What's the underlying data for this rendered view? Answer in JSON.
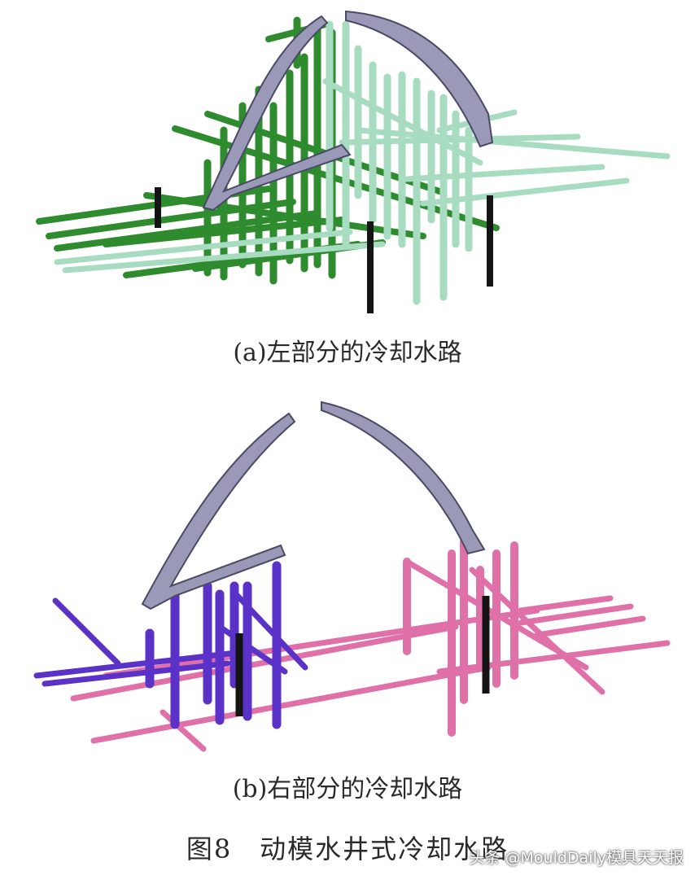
{
  "figure": {
    "caption_a": "(a)左部分的冷却水路",
    "caption_b": "(b)右部分的冷却水路",
    "figure_caption": "图8　动模水井式冷却水路"
  },
  "watermark": {
    "text": "头条 @MouldDaily模具天天报"
  },
  "colors": {
    "dark_green": "#2e8b2e",
    "light_green": "#a8dcc0",
    "purple": "#5a32c8",
    "pink": "#e070a8",
    "baffle_black": "#141414",
    "mold_part": "#8a8aa8"
  }
}
